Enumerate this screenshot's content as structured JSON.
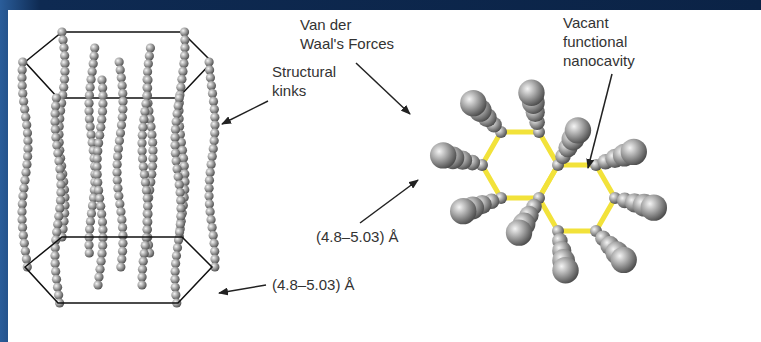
{
  "diagram": {
    "labels": [
      "Van der Waal's Forces",
      "Vacant functional nanocavity",
      "Structural kinks",
      "(4.8–5.03) Å",
      "(4.8–5.03) Å"
    ]
  }
}
